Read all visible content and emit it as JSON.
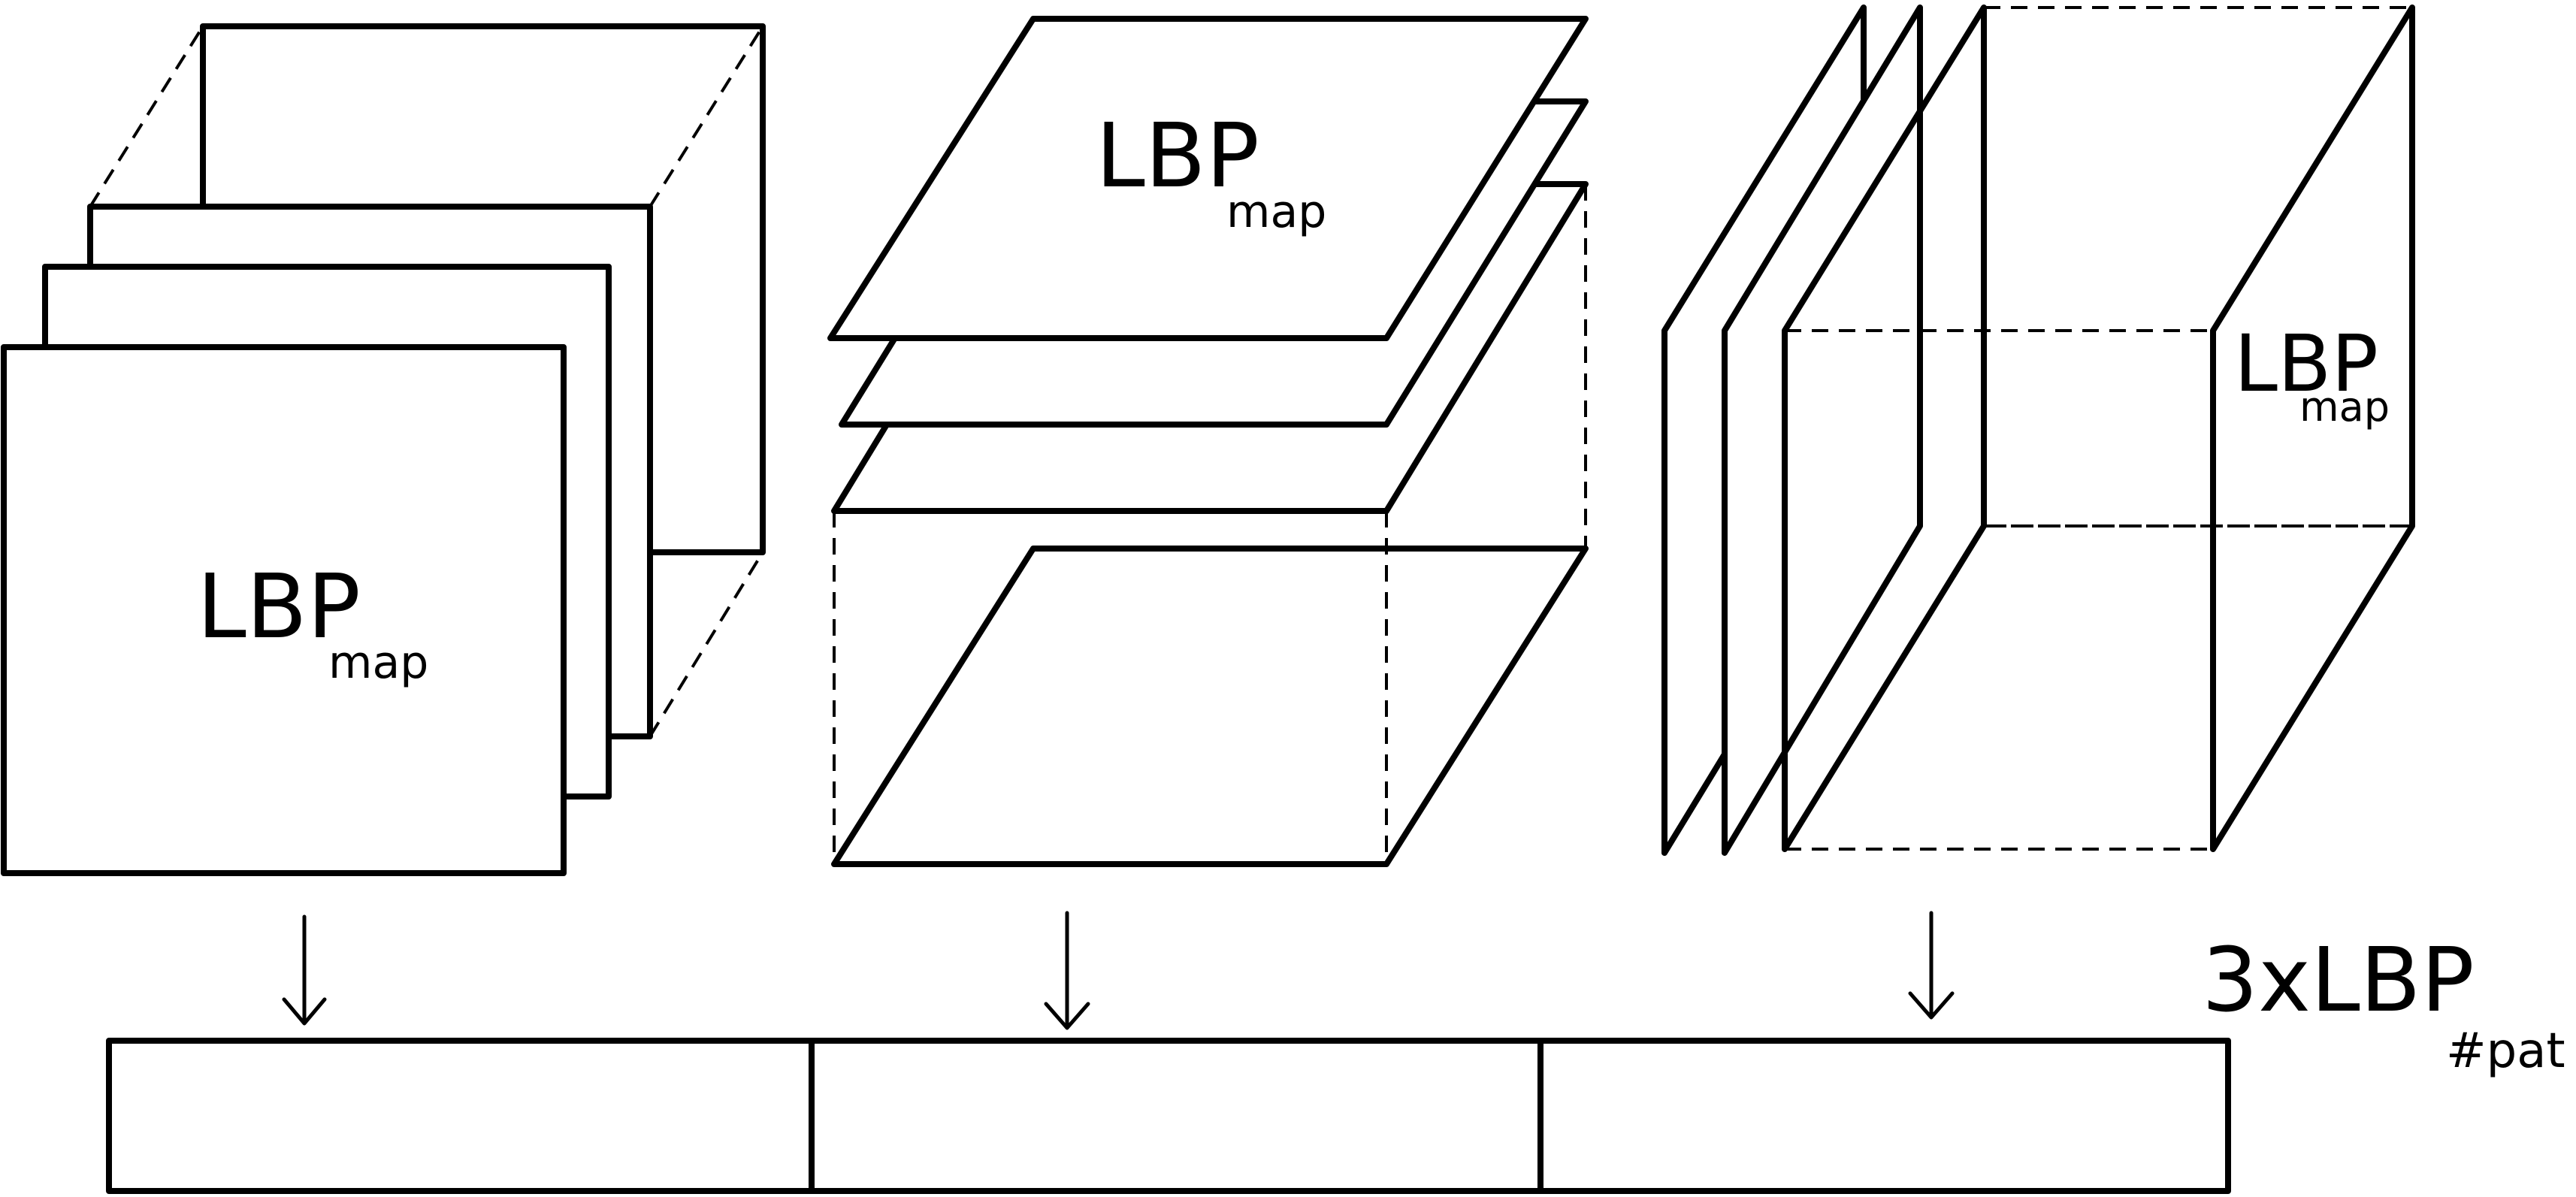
{
  "labels": {
    "main": "LBP",
    "main_sub": "map",
    "output": "3xLBP",
    "output_sub": "#pat"
  },
  "blocks": [
    {
      "name": "xy-plane-stack",
      "label": "LBP",
      "sub": "map"
    },
    {
      "name": "xt-plane-stack",
      "label": "LBP",
      "sub": "map"
    },
    {
      "name": "yt-plane-stack",
      "label": "LBP",
      "sub": "map"
    }
  ],
  "histogram": {
    "segments": 3
  },
  "colors": {
    "stroke": "#000000",
    "background": "#ffffff"
  }
}
